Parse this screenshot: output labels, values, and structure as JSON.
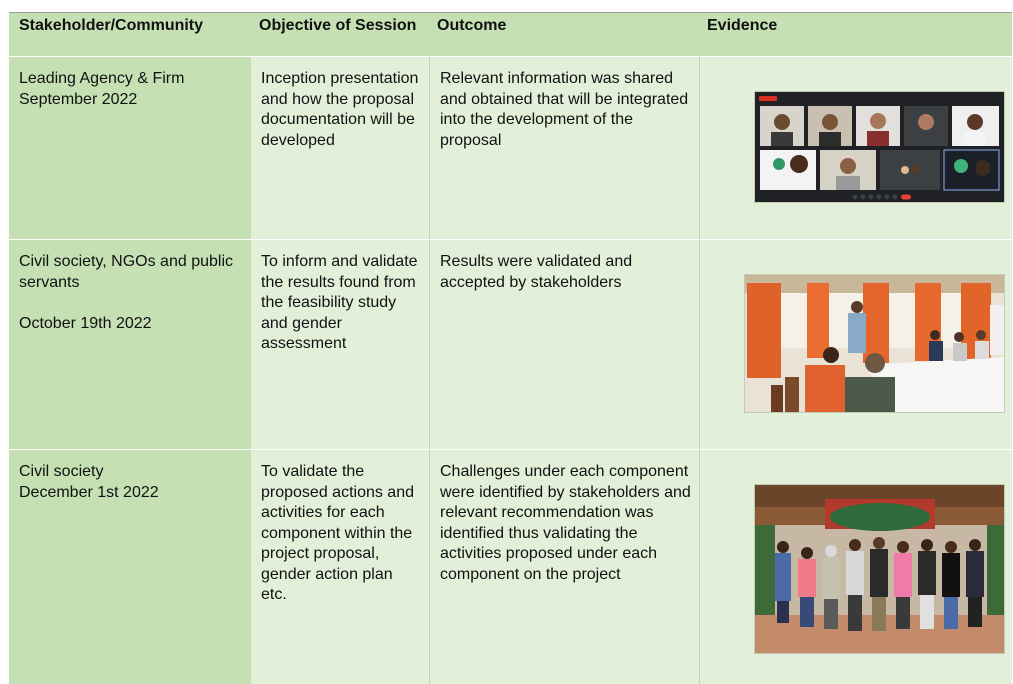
{
  "headers": {
    "stakeholder": "Stakeholder/Community",
    "objective": "Objective of Session",
    "outcome": "Outcome",
    "evidence": "Evidence"
  },
  "rows": [
    {
      "stakeholder": "Leading Agency & Firm\nSeptember 2022",
      "objective": "Inception presentation and how the proposal documentation will be developed",
      "outcome": "Relevant information was shared and obtained that will be integrated into the development of the proposal",
      "evidence": "video-call-screenshot"
    },
    {
      "stakeholder": "Civil society, NGOs and public servants\n\nOctober 19th 2022",
      "objective": "To inform and validate the results found from the feasibility study and gender assessment",
      "outcome": "Results were validated and accepted by stakeholders",
      "evidence": "meeting-room-photo"
    },
    {
      "stakeholder": "Civil society\nDecember 1st 2022",
      "objective": "To validate the proposed actions and activities for each component within the project proposal, gender action plan etc.",
      "outcome": "Challenges under each component were identified by stakeholders and relevant recommendation was identified thus validating the activities proposed under each component on the project",
      "evidence": "group-photo"
    }
  ],
  "colors": {
    "header_bg": "#c5e0b3",
    "first_col_bg": "#c5e0b3",
    "body_bg": "#e2efd9"
  }
}
